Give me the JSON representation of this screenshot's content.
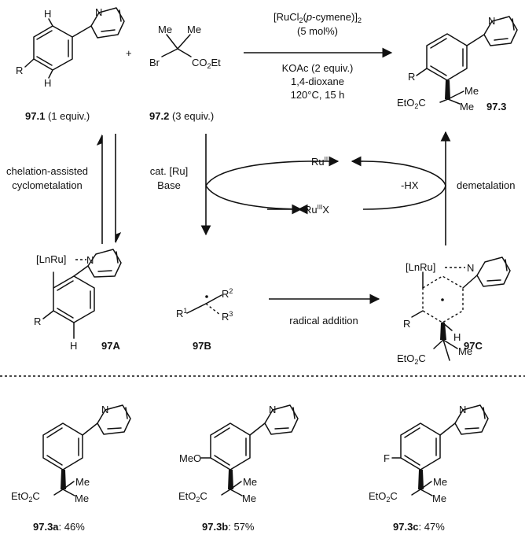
{
  "reaction": {
    "reagent_line1": "[RuCl",
    "reagent_sub": "2",
    "reagent_paren": "(",
    "reagent_italic": "p",
    "reagent_rest": "-cymene)]",
    "reagent_sub2": "2",
    "loading": "(5 mol%)",
    "base": "KOAc (2 equiv.)",
    "solvent": "1,4-dioxane",
    "conditions": "120°C, 15 h",
    "plus": "+"
  },
  "compounds": {
    "c971": {
      "id": "97.1",
      "note": "(1 equiv.)"
    },
    "c972": {
      "id": "97.2",
      "note": "(3 equiv.)"
    },
    "c973": {
      "id": "97.3"
    },
    "c97A": {
      "id": "97A"
    },
    "c97B": {
      "id": "97B"
    },
    "c97C": {
      "id": "97C"
    },
    "c973a": {
      "id": "97.3a",
      "yield": ": 46%"
    },
    "c973b": {
      "id": "97.3b",
      "yield": ": 57%"
    },
    "c973c": {
      "id": "97.3c",
      "yield": ": 47%"
    }
  },
  "atoms": {
    "N": "N",
    "H": "H",
    "R": "R",
    "Me": "Me",
    "Br": "Br",
    "co2et_pre": "CO",
    "co2et_sub": "2",
    "co2et_post": "Et",
    "etoc_pre": "EtO",
    "etoc_sub": "2",
    "etoc_post": "C",
    "lnru": "[LnRu]",
    "meo": "MeO",
    "F": "F",
    "R1": "R",
    "R1_sup": "1",
    "R2": "R",
    "R2_sup": "2",
    "R3": "R",
    "R3_sup": "3"
  },
  "mechanism": {
    "left_step_line1": "chelation-assisted",
    "left_step_line2": "cyclometalation",
    "cat_line1": "cat. [Ru]",
    "cat_line2": "Base",
    "ru2": "Ru",
    "ru2_sup": "II",
    "ru3": "Ru",
    "ru3_sup": "III",
    "ru3_suffix": "X",
    "hx": "-HX",
    "demetalation": "demetalation",
    "radical_addition": "radical addition"
  },
  "colors": {
    "ink": "#111111",
    "background": "#ffffff"
  }
}
